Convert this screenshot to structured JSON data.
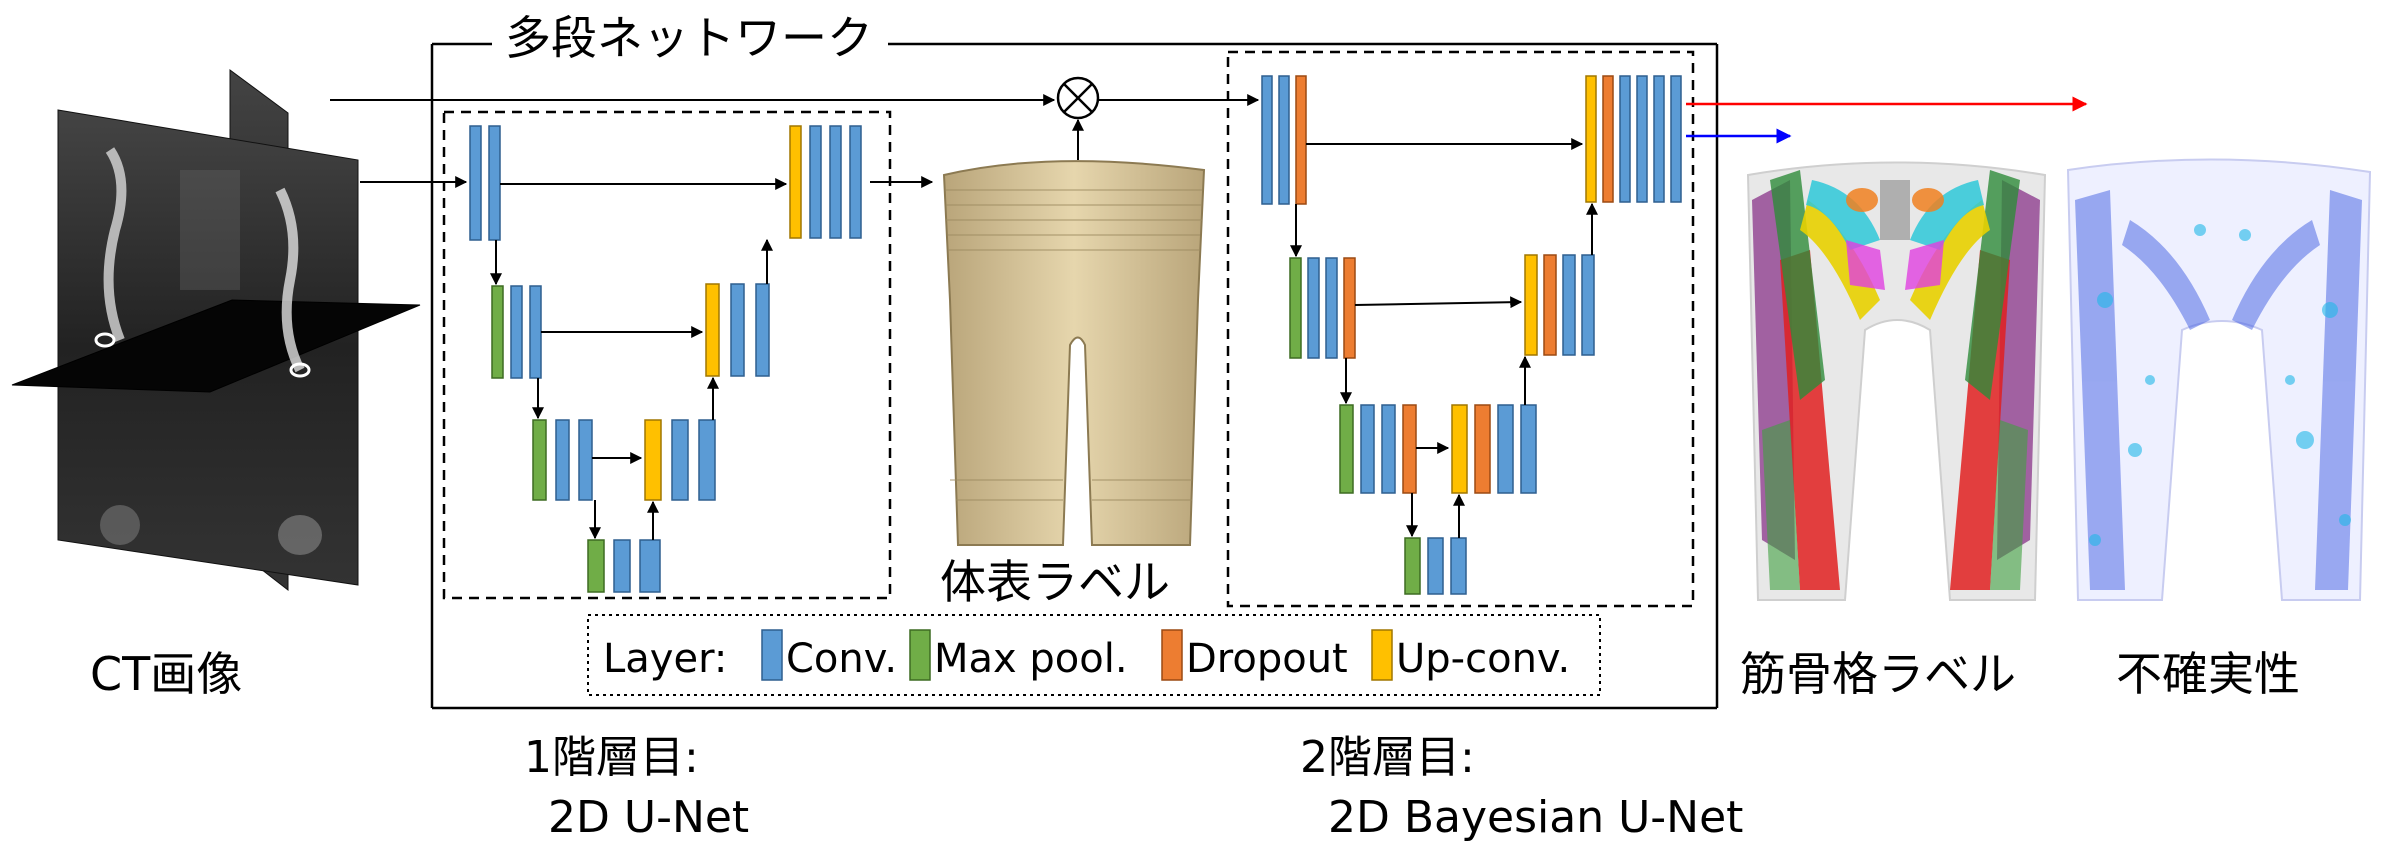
{
  "texts": {
    "network_title": "多段ネットワーク",
    "ct_label": "CT画像",
    "body_label": "体表ラベル",
    "muscle_label": "筋骨格ラベル",
    "uncert_label": "不確実性",
    "stage1_line1": "1階層目:",
    "stage1_line2": "2D U-Net",
    "stage2_line1": "2階層目:",
    "stage2_line2": "2D Bayesian U-Net"
  },
  "legend": {
    "title": "Layer:",
    "items": [
      {
        "label": "Conv.",
        "color": "#5b9bd5"
      },
      {
        "label": "Max pool.",
        "color": "#70ad47"
      },
      {
        "label": "Dropout",
        "color": "#ed7d31"
      },
      {
        "label": "Up-conv.",
        "color": "#ffc000"
      }
    ]
  },
  "colors": {
    "conv": "#5b9bd5",
    "pool": "#70ad47",
    "dropout": "#ed7d31",
    "upconv": "#ffc000",
    "output_red": "#ff0000",
    "output_blue": "#0000ff"
  }
}
